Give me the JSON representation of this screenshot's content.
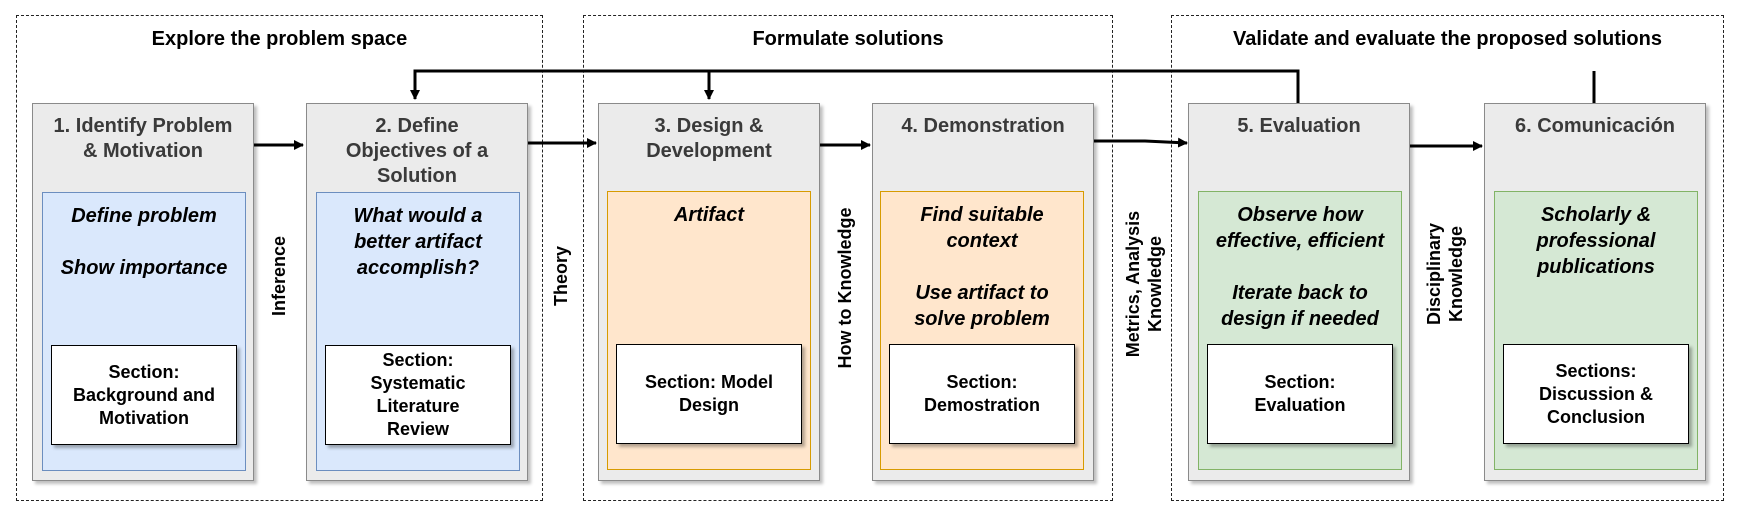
{
  "groups": [
    {
      "title": "Explore the problem space"
    },
    {
      "title": "Formulate solutions"
    },
    {
      "title": "Validate and evaluate the proposed solutions"
    }
  ],
  "stages": [
    {
      "title": "1. Identify Problem\n& Motivation",
      "activity": [
        "Define problem",
        "Show importance"
      ],
      "section": "Section:\nBackground and\nMotivation",
      "color": "#dae8fc"
    },
    {
      "title": "2. Define\nObjectives of a\nSolution",
      "activity": [
        "What would a\nbetter artifact\naccomplish?"
      ],
      "section": "Section:\nSystematic\nLiterature\nReview",
      "color": "#dae8fc"
    },
    {
      "title": "3. Design &\nDevelopment",
      "activity": [
        "Artifact"
      ],
      "section": "Section: Model\nDesign",
      "color": "#ffe6cc"
    },
    {
      "title": "4. Demonstration",
      "activity": [
        "Find suitable\ncontext",
        "Use artifact to\nsolve problem"
      ],
      "section": "Section:\nDemostration",
      "color": "#ffe6cc"
    },
    {
      "title": "5. Evaluation",
      "activity": [
        "Observe how\neffective, efficient",
        "Iterate back to\ndesign if needed"
      ],
      "section": "Section:\nEvaluation",
      "color": "#d5e8d4"
    },
    {
      "title": "6. Comunicación",
      "activity": [
        "Scholarly &\nprofessional\npublications"
      ],
      "section": "Sections:\nDiscussion &\nConclusion",
      "color": "#d5e8d4"
    }
  ],
  "connectors": [
    {
      "label": "Inference"
    },
    {
      "label": "Theory"
    },
    {
      "label": "How to Knowledge"
    },
    {
      "label": "Metrics, Analysis\nKnowledge"
    },
    {
      "label": "Disciplinary\nKnowledge"
    }
  ]
}
